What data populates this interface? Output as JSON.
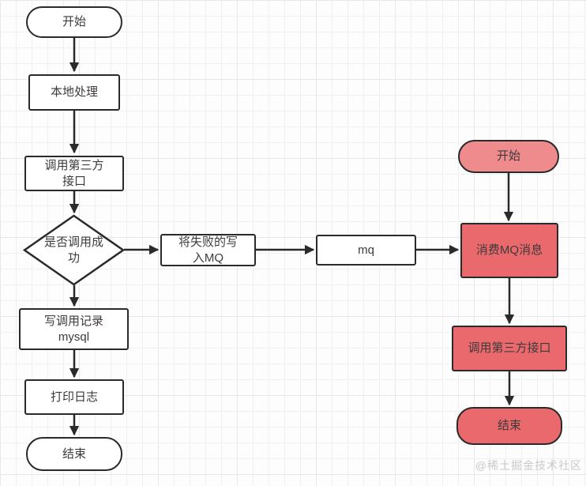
{
  "diagram": {
    "title": "MQ retry flowchart",
    "watermark": "@稀土掘金技术社区",
    "colors": {
      "node_border": "#2a2a2a",
      "arrow": "#2a2a2a",
      "red_fill": "#e9696c",
      "pink_fill": "#ef8b8d",
      "white_fill": "#ffffff",
      "grid_line": "#ececec"
    },
    "nodes": {
      "start_left": {
        "label": "开始",
        "type": "terminator",
        "fill": "white"
      },
      "local_process": {
        "label": "本地处理",
        "type": "process",
        "fill": "white"
      },
      "call_third_party_left": {
        "label": "调用第三方\n接口",
        "type": "process",
        "fill": "white"
      },
      "decision_call_success": {
        "label": "是否调用成\n功",
        "type": "decision",
        "fill": "white"
      },
      "write_call_record": {
        "label": "写调用记录\nmysql",
        "type": "process",
        "fill": "white"
      },
      "print_log": {
        "label": "打印日志",
        "type": "process",
        "fill": "white"
      },
      "end_left": {
        "label": "结束",
        "type": "terminator",
        "fill": "white"
      },
      "write_failed_to_mq": {
        "label": "将失败的写\n入MQ",
        "type": "process",
        "fill": "white"
      },
      "mq": {
        "label": "mq",
        "type": "process",
        "fill": "white"
      },
      "start_right": {
        "label": "开始",
        "type": "terminator",
        "fill": "pink"
      },
      "consume_mq": {
        "label": "消费MQ消息",
        "type": "process",
        "fill": "red"
      },
      "call_third_party_right": {
        "label": "调用第三方接口",
        "type": "process",
        "fill": "red"
      },
      "end_right": {
        "label": "结束",
        "type": "terminator",
        "fill": "red"
      }
    },
    "edges": [
      {
        "from": "start_left",
        "to": "local_process"
      },
      {
        "from": "local_process",
        "to": "call_third_party_left"
      },
      {
        "from": "call_third_party_left",
        "to": "decision_call_success"
      },
      {
        "from": "decision_call_success",
        "to": "write_call_record"
      },
      {
        "from": "write_call_record",
        "to": "print_log"
      },
      {
        "from": "print_log",
        "to": "end_left"
      },
      {
        "from": "decision_call_success",
        "to": "write_failed_to_mq"
      },
      {
        "from": "write_failed_to_mq",
        "to": "mq"
      },
      {
        "from": "mq",
        "to": "consume_mq"
      },
      {
        "from": "start_right",
        "to": "consume_mq"
      },
      {
        "from": "consume_mq",
        "to": "call_third_party_right"
      },
      {
        "from": "call_third_party_right",
        "to": "end_right"
      }
    ]
  }
}
